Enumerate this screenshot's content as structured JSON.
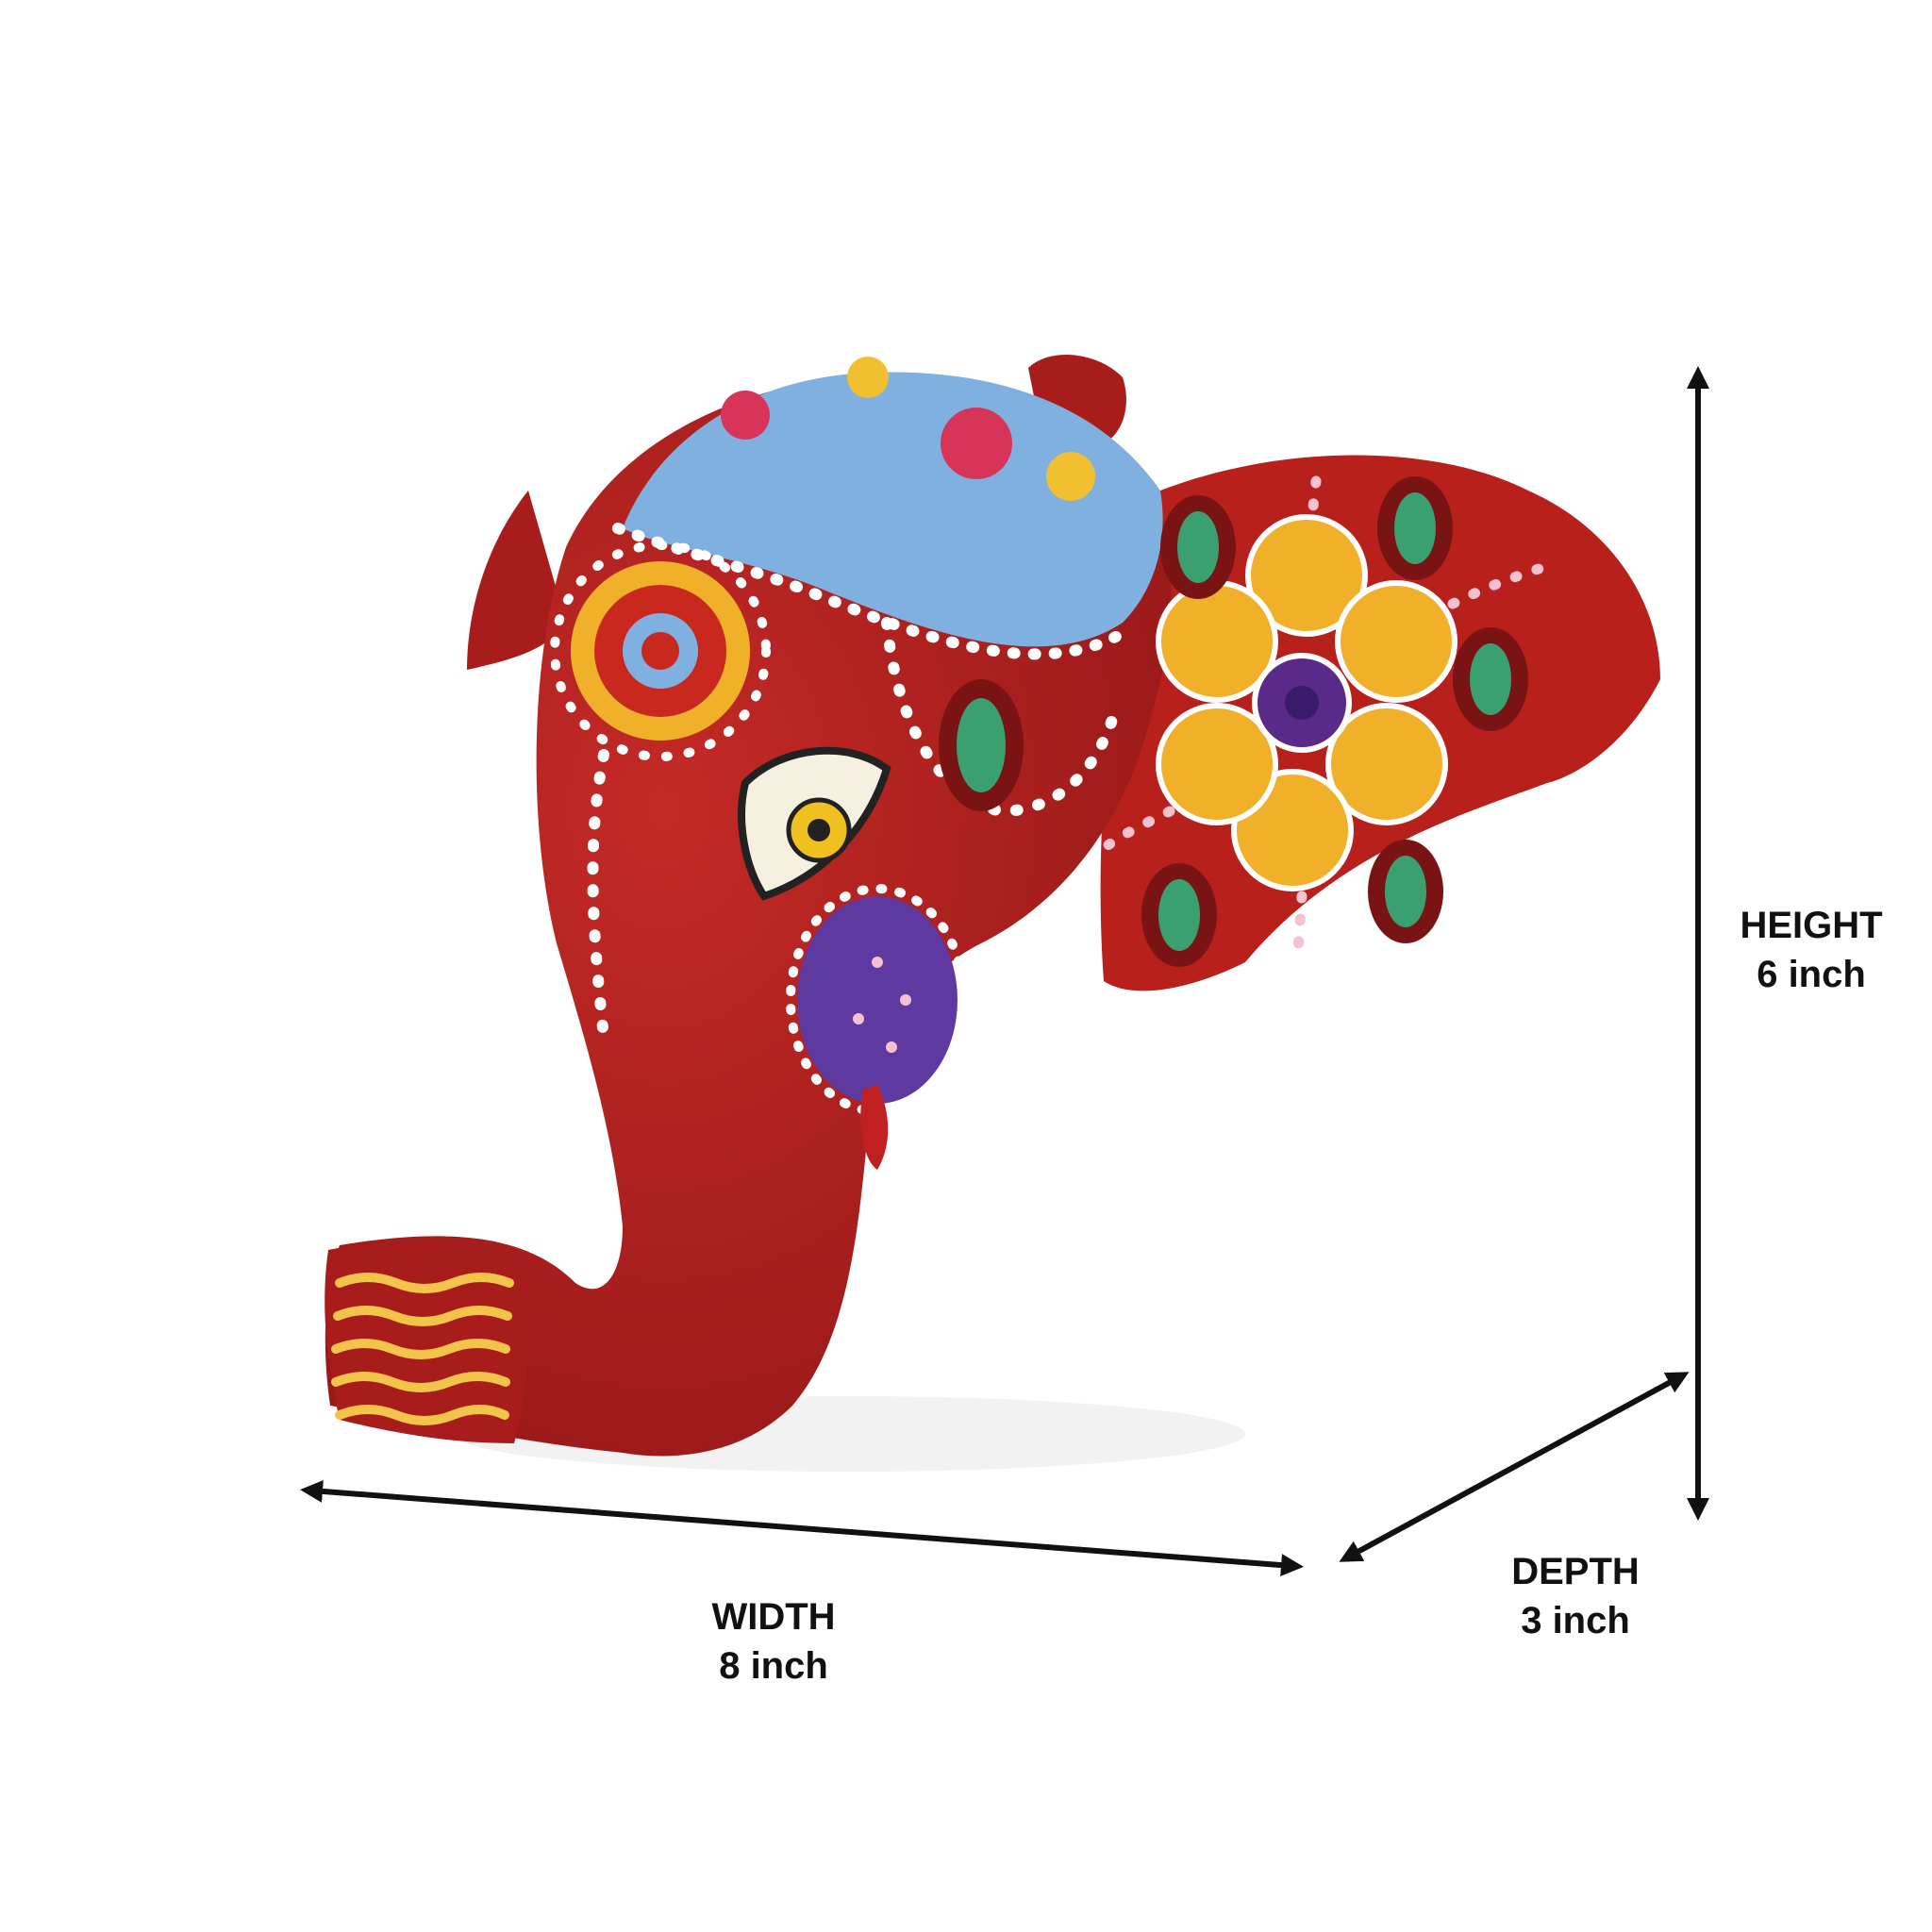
{
  "image": {
    "background_color": "#ffffff",
    "subject": "red hand-painted elephant head wall hook",
    "colors": {
      "body_red": "#b02020",
      "ear_red": "#b8201c",
      "headpiece_blue": "#7fb0e0",
      "flower_yellow": "#f0b02a",
      "flower_center_purple": "#5a2a8a",
      "cheek_purple": "#5e3aa0",
      "leaf_green": "#3aa070",
      "dot_white": "#ffffff",
      "arrow_black": "#111111"
    }
  },
  "dimensions": {
    "height": {
      "title": "HEIGHT",
      "value": "6 inch"
    },
    "width": {
      "title": "WIDTH",
      "value": "8 inch"
    },
    "depth": {
      "title": "DEPTH",
      "value": "3 inch"
    }
  }
}
